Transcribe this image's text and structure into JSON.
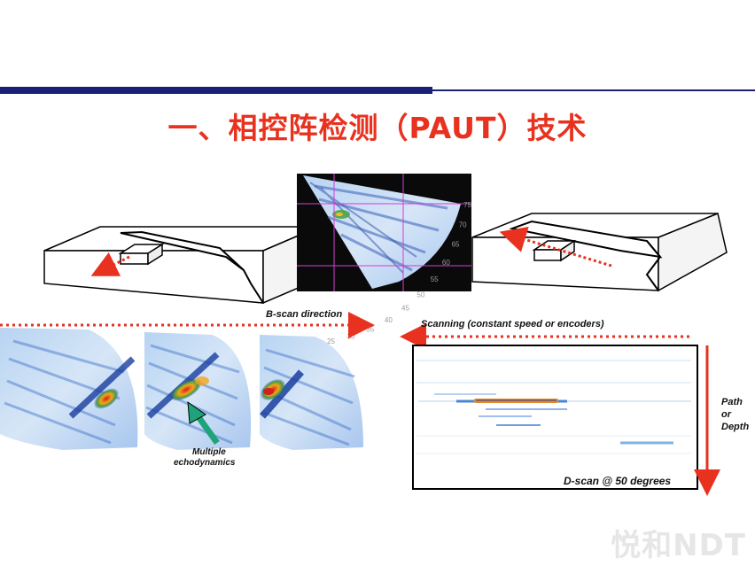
{
  "slide": {
    "title": "一、相控阵检测（PAUT）技术",
    "watermark": "悦和NDT"
  },
  "labels": {
    "bscan_direction": "B-scan direction",
    "scanning": "Scanning (constant speed or encoders)",
    "path": "Path",
    "or": "or",
    "depth": "Depth",
    "multiple": "Multiple",
    "echodynamics": "echodynamics",
    "dscan_caption": "D-scan @ 50 degrees"
  },
  "sector_scale": [
    "75",
    "70",
    "65",
    "60",
    "55",
    "50",
    "45",
    "40",
    "35",
    "30",
    "25"
  ],
  "colors": {
    "title_red": "#e8321f",
    "navy_bar": "#1a1f78",
    "arrow_red": "#e8321f",
    "scan_blue": "#5b8fd6",
    "arrow_green": "#1fa37a"
  }
}
